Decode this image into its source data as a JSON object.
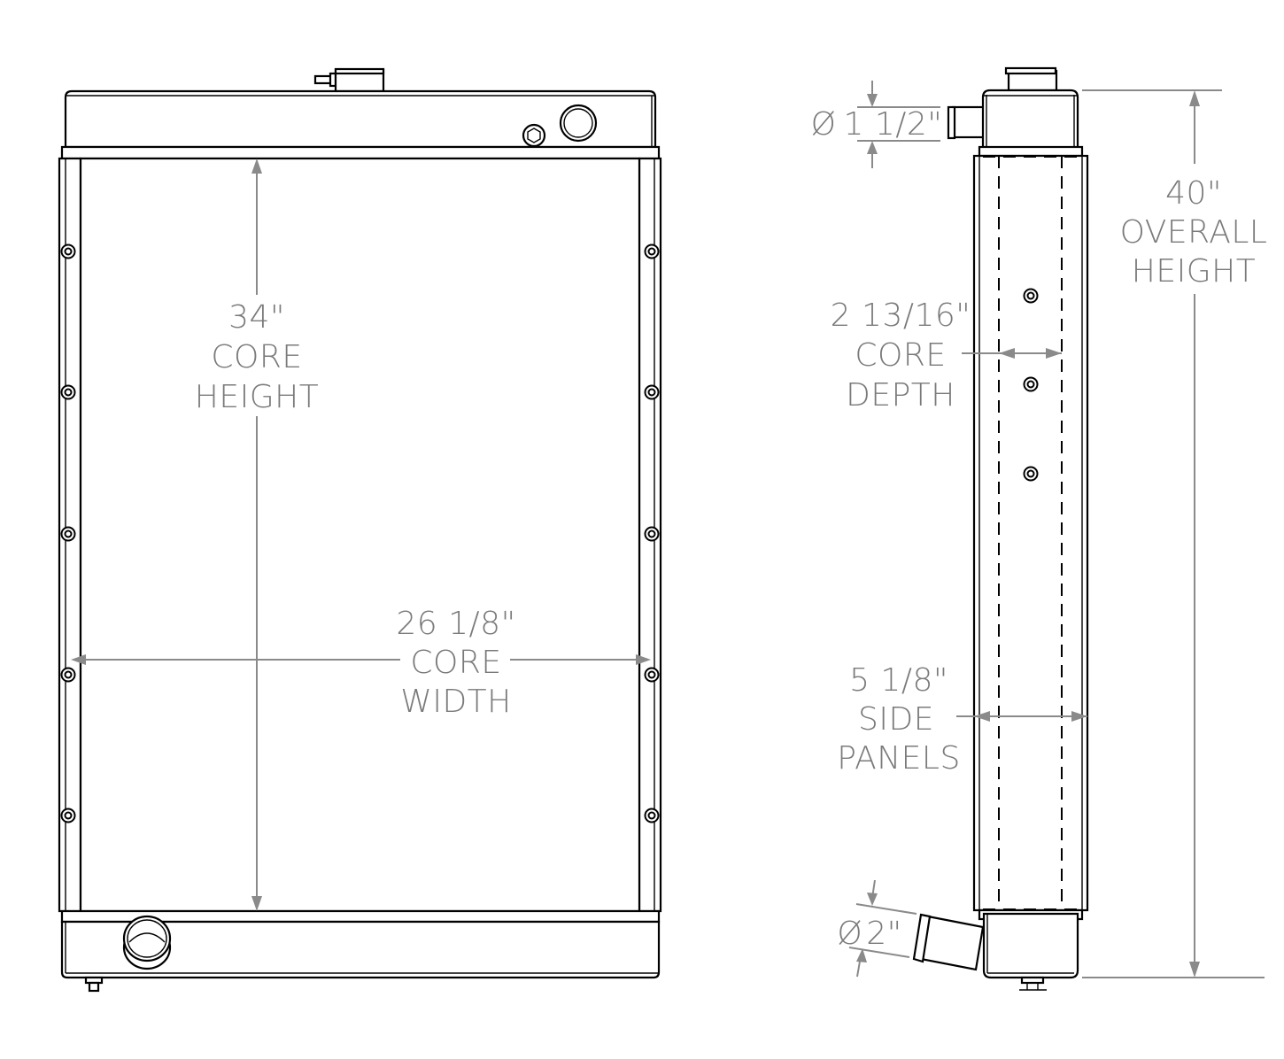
{
  "drawing": {
    "title": "Radiator dimensional drawing",
    "line_color": "#000000",
    "dimension_color": "#8a8a8a",
    "text_color": "#7a7a7a"
  },
  "front_view": {
    "core_height": {
      "value": "34\"",
      "line1": "CORE",
      "line2": "HEIGHT"
    },
    "core_width": {
      "value": "26 1/8\"",
      "line1": "CORE",
      "line2": "WIDTH"
    },
    "bolt_count_per_side": 5
  },
  "side_view": {
    "inlet_diameter": {
      "symbol": "Ø",
      "value": "1 1/2\""
    },
    "outlet_diameter": {
      "symbol": "Ø",
      "value": "2\""
    },
    "core_depth": {
      "value": "2 13/16\"",
      "line1": "CORE",
      "line2": "DEPTH"
    },
    "side_panels": {
      "value": "5 1/8\"",
      "line1": "SIDE",
      "line2": "PANELS"
    },
    "overall_height": {
      "value": "40\"",
      "line1": "OVERALL",
      "line2": "HEIGHT"
    }
  }
}
